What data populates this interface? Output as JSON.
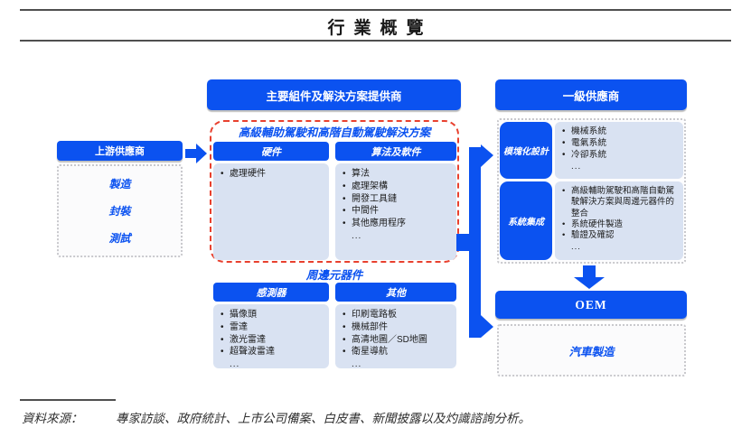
{
  "page": {
    "title": "行業概覽",
    "source_label": "資料來源：",
    "source_text": "專家訪談、政府統計、上市公司備案、白皮書、新聞披露以及灼識諮詢分析。"
  },
  "diagram": {
    "upstream": {
      "header": "上游供應商",
      "items": [
        "製造",
        "封裝",
        "測試"
      ]
    },
    "providers": {
      "header": "主要組件及解決方案提供商",
      "solution_group": {
        "title": "高級輔助駕駛和高階自動駕駛解決方案",
        "columns": [
          {
            "header": "硬件",
            "items": [
              "處理硬件"
            ]
          },
          {
            "header": "算法及軟件",
            "items": [
              "算法",
              "處理架構",
              "開發工具鏈",
              "中間件",
              "其他應用程序",
              "..."
            ]
          }
        ]
      },
      "peripheral_group": {
        "title": "周邊元器件",
        "columns": [
          {
            "header": "感測器",
            "items": [
              "攝像頭",
              "雷達",
              "激光雷達",
              "超聲波雷達",
              "..."
            ]
          },
          {
            "header": "其他",
            "items": [
              "印刷電路板",
              "機械部件",
              "高清地圖／SD地圖",
              "衛星導航",
              "..."
            ]
          }
        ]
      }
    },
    "tier1": {
      "header": "一級供應商",
      "rows": [
        {
          "label": "模塊化設計",
          "items": [
            "機械系統",
            "電氣系統",
            "冷卻系統",
            "..."
          ]
        },
        {
          "label": "系統集成",
          "items": [
            "高級輔助駕駛和高階自動駕駛解決方案與周邊元器件的整合",
            "系統硬件製造",
            "驗證及確認",
            "..."
          ]
        }
      ]
    },
    "oem": {
      "header": "OEM",
      "box_label": "汽車製造"
    },
    "colors": {
      "accent_blue": "#0b52f0",
      "panel_blue": "#d9e2f2",
      "dashed_red": "#e8402e"
    }
  }
}
